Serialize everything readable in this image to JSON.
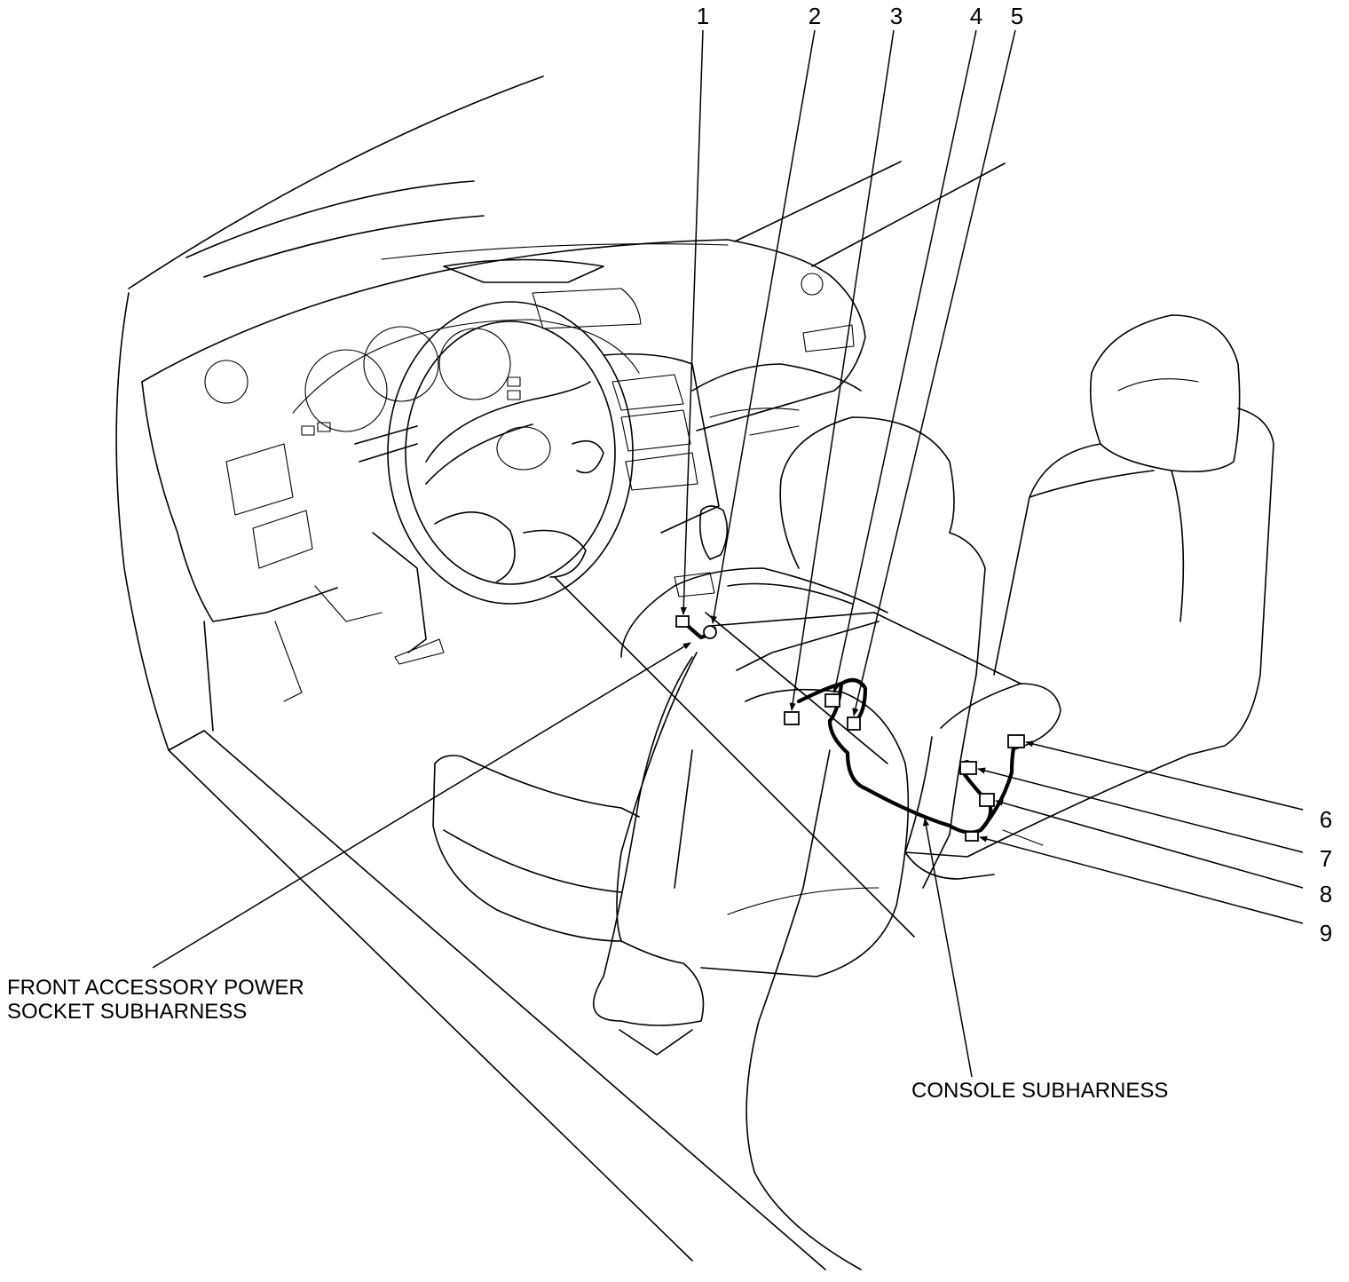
{
  "diagram": {
    "callouts": [
      "1",
      "2",
      "3",
      "4",
      "5",
      "6",
      "7",
      "8",
      "9"
    ],
    "labels": {
      "front_accessory_line1": "FRONT ACCESSORY POWER",
      "front_accessory_line2": "SOCKET SUBHARNESS",
      "console": "CONSOLE SUBHARNESS"
    },
    "colors": {
      "line": "#000000",
      "background": "#ffffff"
    }
  }
}
